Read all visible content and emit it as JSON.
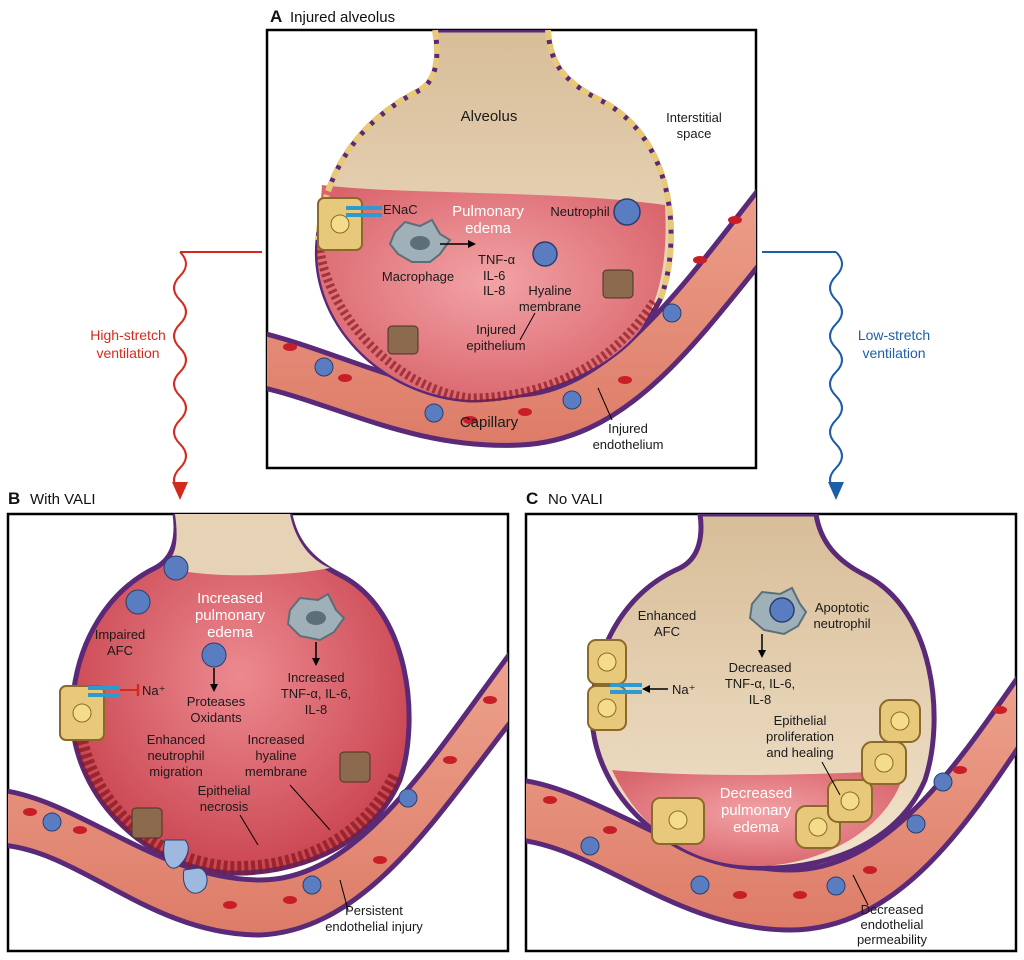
{
  "panels": {
    "a": {
      "letter": "A",
      "title": "Injured alveolus",
      "labels": {
        "alveolus": "Alveolus",
        "interstitial_1": "Interstitial",
        "interstitial_2": "space",
        "enac": "ENaC",
        "pulmonary_1": "Pulmonary",
        "pulmonary_2": "edema",
        "neutrophil": "Neutrophil",
        "tnf": "TNF-α",
        "il6": "IL-6",
        "il8": "IL-8",
        "macrophage": "Macrophage",
        "hyaline_1": "Hyaline",
        "hyaline_2": "membrane",
        "injured_epi_1": "Injured",
        "injured_epi_2": "epithelium",
        "capillary": "Capillary",
        "injured_endo_1": "Injured",
        "injured_endo_2": "endothelium"
      }
    },
    "b": {
      "letter": "B",
      "title": "With VALI",
      "labels": {
        "increased_1": "Increased",
        "increased_2": "pulmonary",
        "increased_3": "edema",
        "impaired_1": "Impaired",
        "impaired_2": "AFC",
        "na": "Na⁺",
        "proteases": "Proteases",
        "oxidants": "Oxidants",
        "inc_tnf_1": "Increased",
        "inc_tnf_2": "TNF-α, IL-6,",
        "inc_tnf_3": "IL-8",
        "enh_neut_1": "Enhanced",
        "enh_neut_2": "neutrophil",
        "enh_neut_3": "migration",
        "inc_hyal_1": "Increased",
        "inc_hyal_2": "hyaline",
        "inc_hyal_3": "membrane",
        "epi_nec_1": "Epithelial",
        "epi_nec_2": "necrosis",
        "persist_1": "Persistent",
        "persist_2": "endothelial injury"
      }
    },
    "c": {
      "letter": "C",
      "title": "No VALI",
      "labels": {
        "enh_afc_1": "Enhanced",
        "enh_afc_2": "AFC",
        "apop_1": "Apoptotic",
        "apop_2": "neutrophil",
        "dec_tnf_1": "Decreased",
        "dec_tnf_2": "TNF-α, IL-6,",
        "dec_tnf_3": "IL-8",
        "na": "Na⁺",
        "epi_prol_1": "Epithelial",
        "epi_prol_2": "proliferation",
        "epi_prol_3": "and healing",
        "dec_edema_1": "Decreased",
        "dec_edema_2": "pulmonary",
        "dec_edema_3": "edema",
        "dec_endo_1": "Decreased",
        "dec_endo_2": "endothelial",
        "dec_endo_3": "permeability"
      }
    }
  },
  "arrows": {
    "high_1": "High-stretch",
    "high_2": "ventilation",
    "low_1": "Low-stretch",
    "low_2": "ventilation",
    "high_color": "#d42a1e",
    "low_color": "#1c5fa8"
  },
  "colors": {
    "alveolus_space": "#e6d2b4",
    "edema": "#d9646c",
    "wall_purple": "#5a2a78",
    "epithelium": "#e8c87a",
    "vessel": "#e8917c",
    "rbc": "#c81e28",
    "neutrophil": "#5a7cc0"
  }
}
